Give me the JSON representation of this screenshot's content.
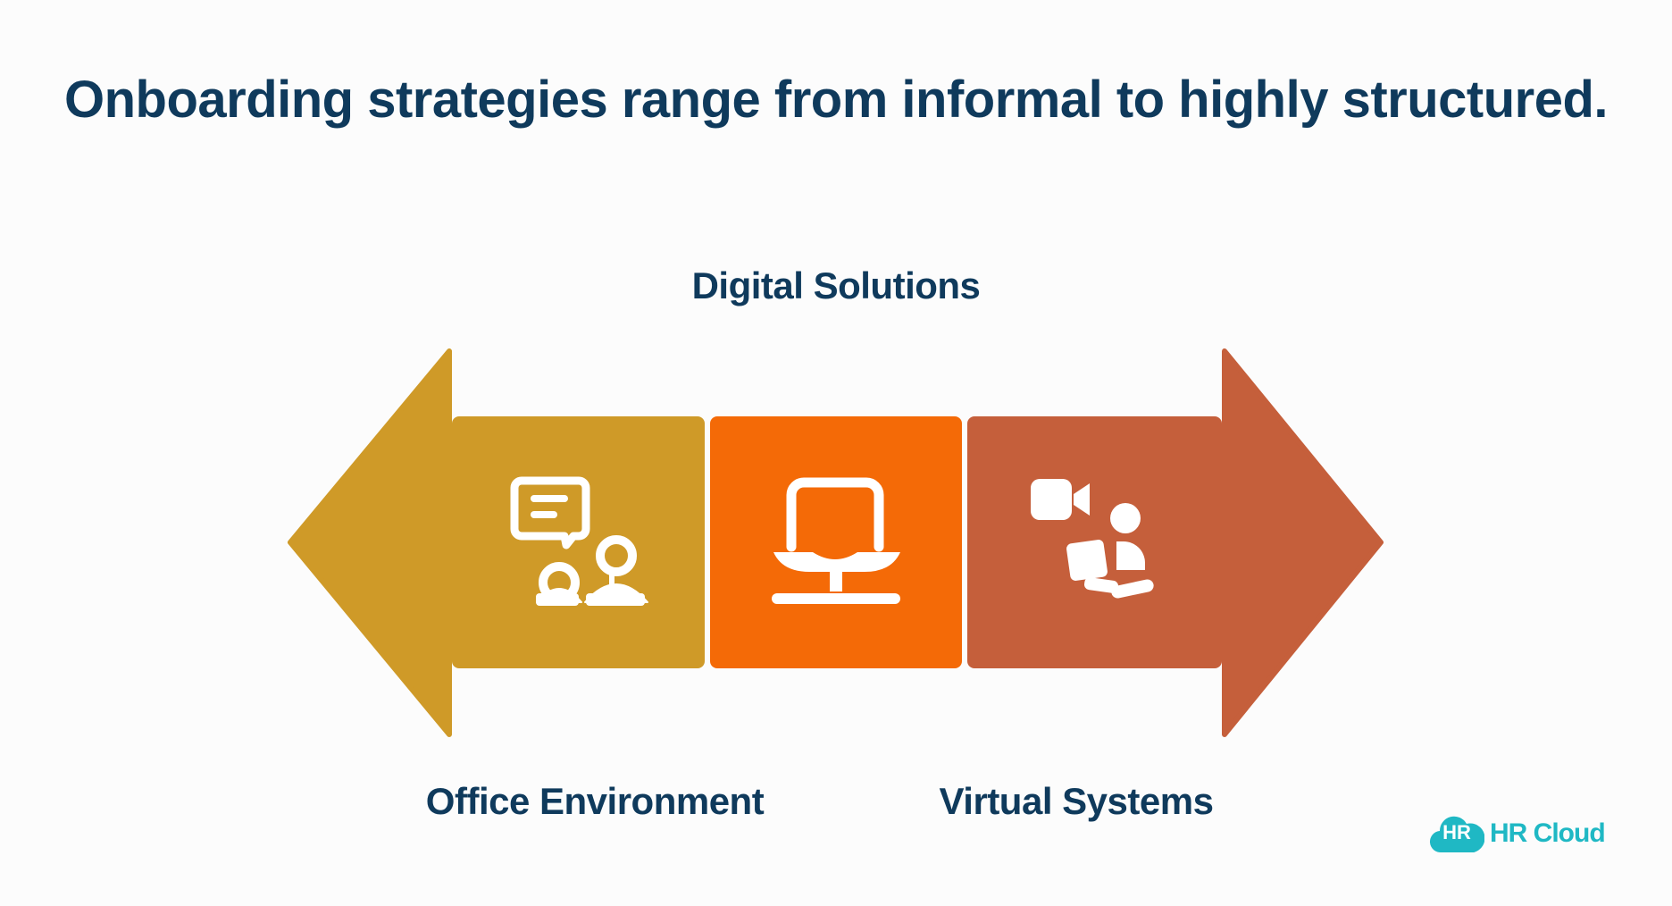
{
  "title": "Onboarding strategies range from informal to highly structured.",
  "labels": {
    "top": "Digital Solutions",
    "left": "Office Environment",
    "right": "Virtual Systems"
  },
  "segments": [
    {
      "name": "office-environment",
      "color": "#cf9a28",
      "icon": "chat-people-icon"
    },
    {
      "name": "digital-solutions",
      "color": "#f46a07",
      "icon": "computer-icon"
    },
    {
      "name": "virtual-systems",
      "color": "#c55f3b",
      "icon": "video-remote-worker-icon"
    }
  ],
  "logo": {
    "badge": "HR",
    "text": "HR Cloud",
    "color": "#1fb8c4"
  }
}
